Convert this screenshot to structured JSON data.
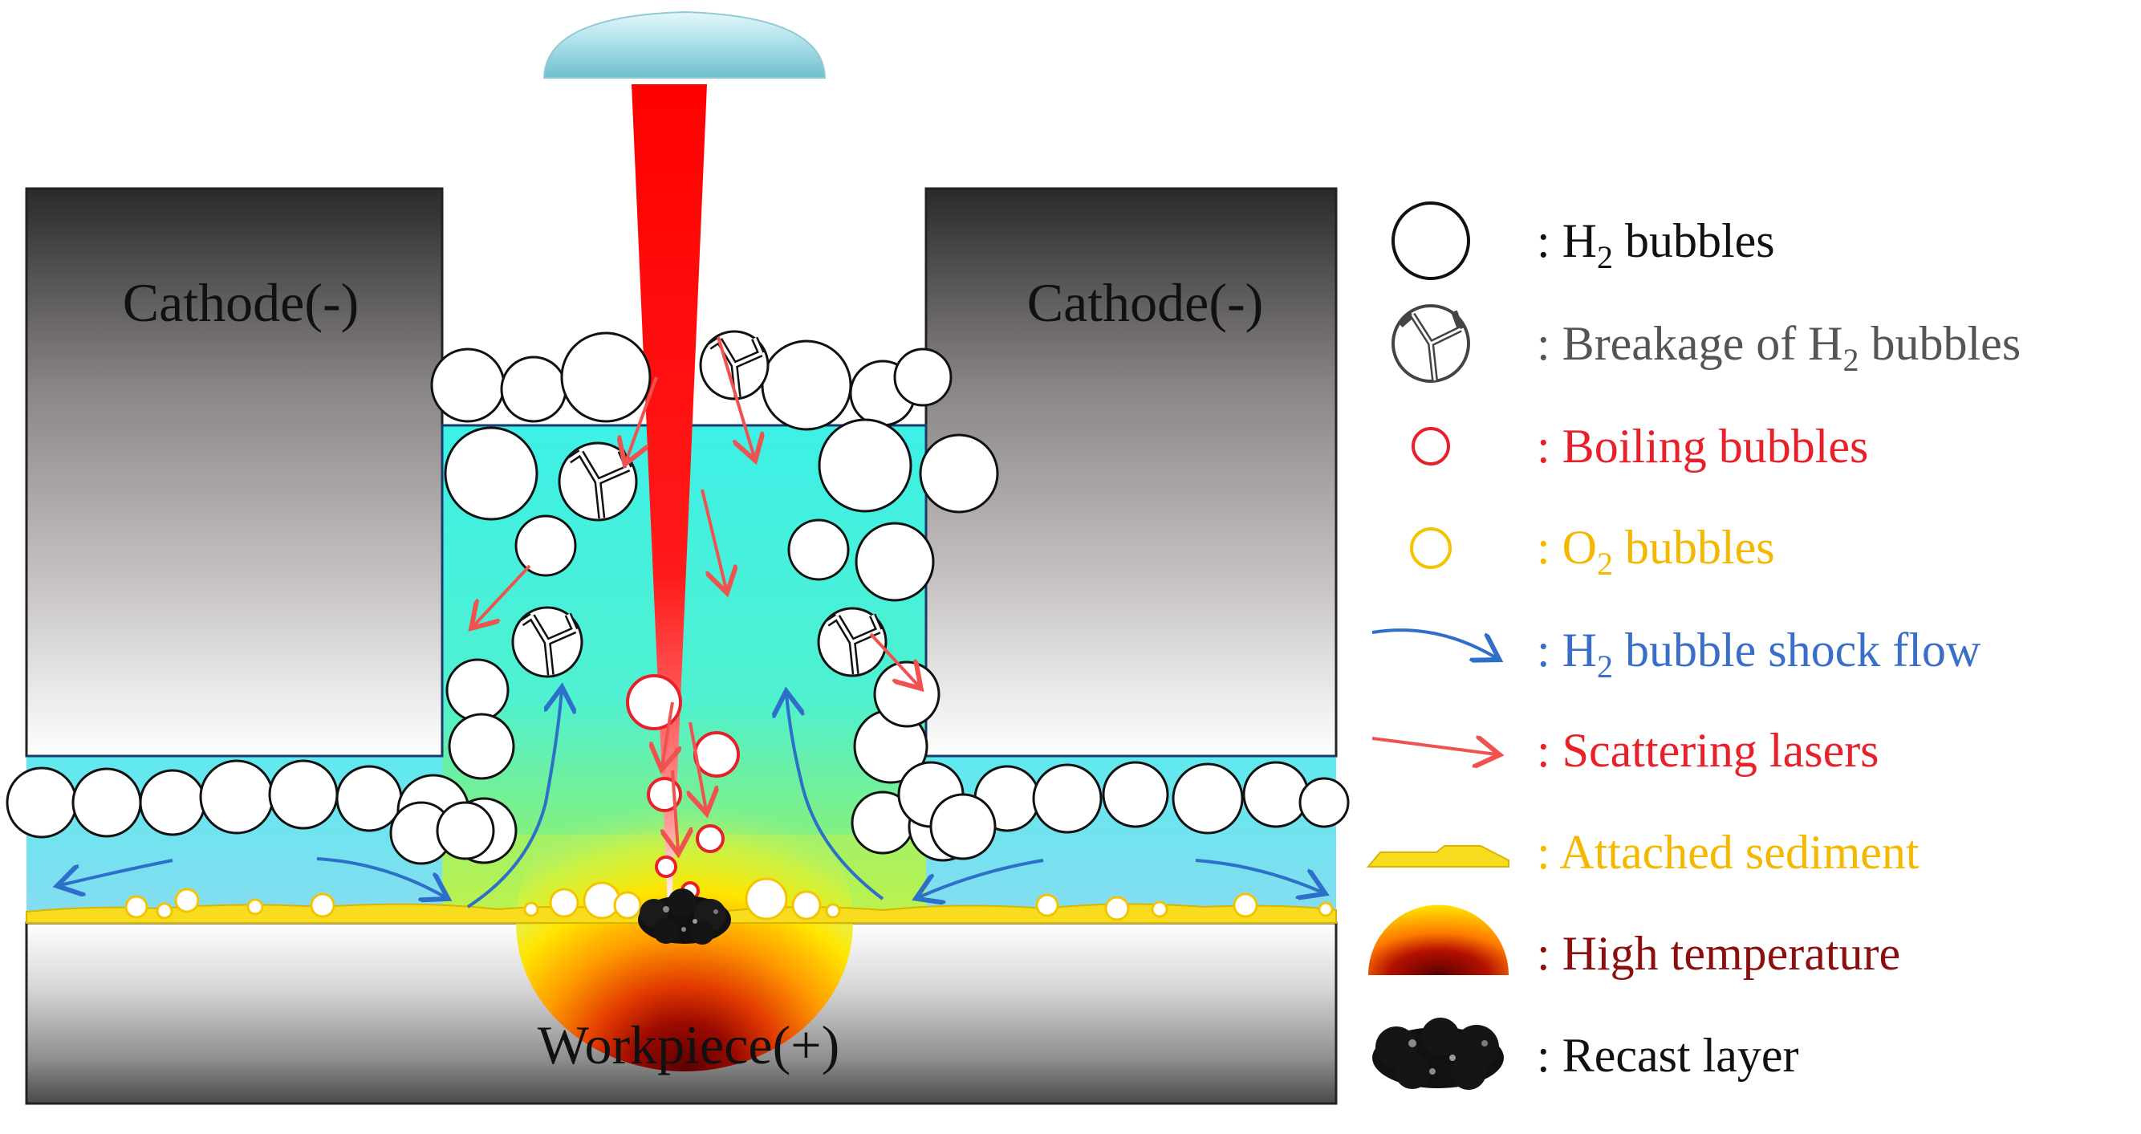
{
  "labels": {
    "cathode_left": "Cathode(-)",
    "cathode_right": "Cathode(-)",
    "workpiece": "Workpiece(+)"
  },
  "legend": [
    {
      "prefix": ": H",
      "sub": "2",
      "suffix": " bubbles",
      "color": "#111111",
      "icon": "h2-bubble-icon"
    },
    {
      "prefix": ": Breakage of  H",
      "sub": "2",
      "suffix": " bubbles",
      "color": "#555555",
      "icon": "broken-bubble-icon"
    },
    {
      "prefix": ": Boiling bubbles",
      "sub": "",
      "suffix": "",
      "color": "#e8202a",
      "icon": "boiling-bubble-icon"
    },
    {
      "prefix": ": O",
      "sub": "2",
      "suffix": " bubbles",
      "color": "#f5b800",
      "icon": "o2-bubble-icon"
    },
    {
      "prefix": ": H",
      "sub": "2",
      "suffix": " bubble shock flow",
      "color": "#3a6fc9",
      "icon": "shock-flow-arrow-icon"
    },
    {
      "prefix": ": Scattering lasers",
      "sub": "",
      "suffix": "",
      "color": "#e8202a",
      "icon": "scatter-laser-arrow-icon"
    },
    {
      "prefix": ": Attached sediment",
      "sub": "",
      "suffix": "",
      "color": "#f5b800",
      "icon": "sediment-icon"
    },
    {
      "prefix": ": High temperature",
      "sub": "",
      "suffix": "",
      "color": "#8b0f0f",
      "icon": "high-temperature-icon"
    },
    {
      "prefix": ": Recast layer",
      "sub": "",
      "suffix": "",
      "color": "#111111",
      "icon": "recast-layer-icon"
    }
  ],
  "colors": {
    "electrolyte_top": "#4ff1e6",
    "electrolyte_mid": "#7cf07a",
    "heat_core": "#7a0000",
    "laser": "#ff0000",
    "h2_bubble": "#ffffff",
    "boiling": "#e8202a",
    "o2": "#f5c400",
    "shock_flow": "#2e6fc9",
    "scatter": "#f0524f"
  }
}
